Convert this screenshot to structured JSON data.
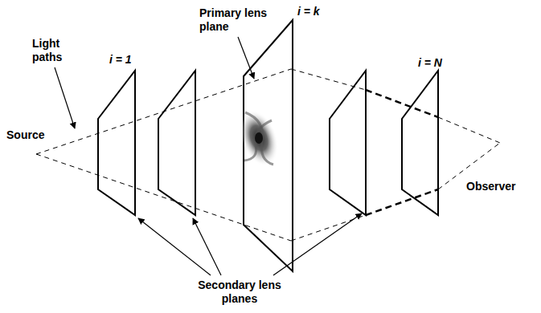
{
  "diagram": {
    "labels": [
      "Light paths",
      "Source",
      "i = 1",
      "Primary lens plane",
      "i = k",
      "i = N",
      "Observer",
      "Secondary lens planes"
    ]
  }
}
